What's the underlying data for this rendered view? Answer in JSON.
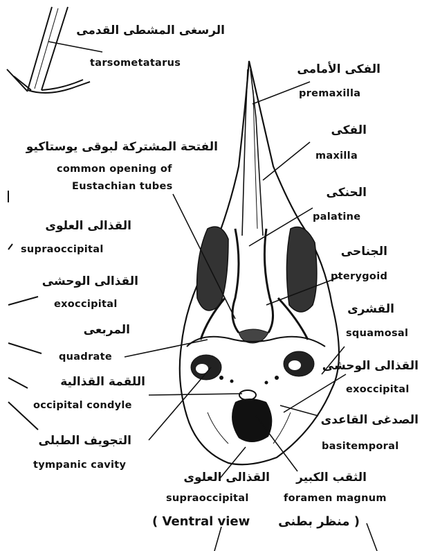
{
  "labels": {
    "tarsometatarus_ar": "الرسغى المشطى القدمى",
    "tarsometatarus_en": "tarsometatarus",
    "premaxilla_ar": "الفكى الأمامى",
    "premaxilla_en": "premaxilla",
    "maxilla_ar": "الفكى",
    "maxilla_en": "maxilla",
    "eustachian_ar": "الفتحة المشتركة لبوقى يوستاكيو",
    "eustachian_en1": "common opening of",
    "eustachian_en2": "Eustachian tubes",
    "palatine_ar": "الحنكى",
    "palatine_en": "palatine",
    "supraoccipital_left_ar": "القذالى العلوى",
    "supraoccipital_left_en": "supraoccipital",
    "pterygoid_ar": "الجناحى",
    "pterygoid_en": "pterygoid",
    "exoccipital_left_ar": "القذالى الوحشى",
    "exoccipital_left_en": "exoccipital",
    "squamosal_ar": "القشرى",
    "squamosal_en": "squamosal",
    "quadrate_ar": "المربعى",
    "quadrate_en": "quadrate",
    "exoccipital_right_ar": "القذالى الوحشى",
    "exoccipital_right_en": "exoccipital",
    "condyle_ar": "اللقمة القذالية",
    "condyle_en": "occipital condyle",
    "basitemporal_ar": "الصدغى القاعدى",
    "basitemporal_en": "basitemporal",
    "tympanic_ar": "التجويف الطبلى",
    "tympanic_en": "tympanic cavity",
    "supraoccipital_bottom_ar": "القذالى العلوى",
    "supraoccipital_bottom_en": "supraoccipital",
    "foramen_ar": "الثقب الكبير",
    "foramen_en": "foramen magnum"
  },
  "caption": {
    "en": "( Ventral view",
    "ar": "( منظر بطنى"
  }
}
